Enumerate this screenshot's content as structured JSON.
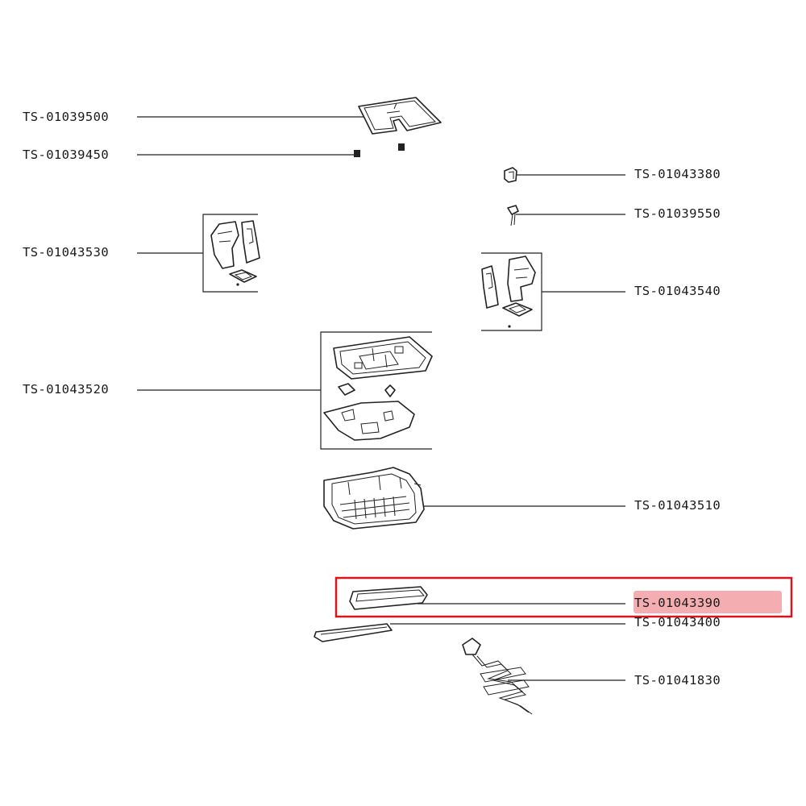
{
  "parts": [
    {
      "id": "p1",
      "code": "TS-01039500",
      "icon": "heating-element-icon"
    },
    {
      "id": "p2",
      "code": "TS-01039450",
      "icon": "clip-icon"
    },
    {
      "id": "p3",
      "code": "TS-01043380",
      "icon": "small-bracket-icon"
    },
    {
      "id": "p4",
      "code": "TS-01039550",
      "icon": "spring-pin-icon"
    },
    {
      "id": "p5",
      "code": "TS-01043530",
      "icon": "left-switch-assembly-icon"
    },
    {
      "id": "p6",
      "code": "TS-01043540",
      "icon": "right-switch-assembly-icon"
    },
    {
      "id": "p7",
      "code": "TS-01043520",
      "icon": "base-plate-kit-icon"
    },
    {
      "id": "p8",
      "code": "TS-01043510",
      "icon": "chassis-frame-icon"
    },
    {
      "id": "p9",
      "code": "TS-01043390",
      "icon": "crumb-tray-icon",
      "highlighted": true
    },
    {
      "id": "p10",
      "code": "TS-01043400",
      "icon": "tray-handle-icon"
    },
    {
      "id": "p11",
      "code": "TS-01041830",
      "icon": "power-cord-icon"
    }
  ],
  "highlight_color": "#d9141b",
  "highlight_fill": "#f2a0a4"
}
